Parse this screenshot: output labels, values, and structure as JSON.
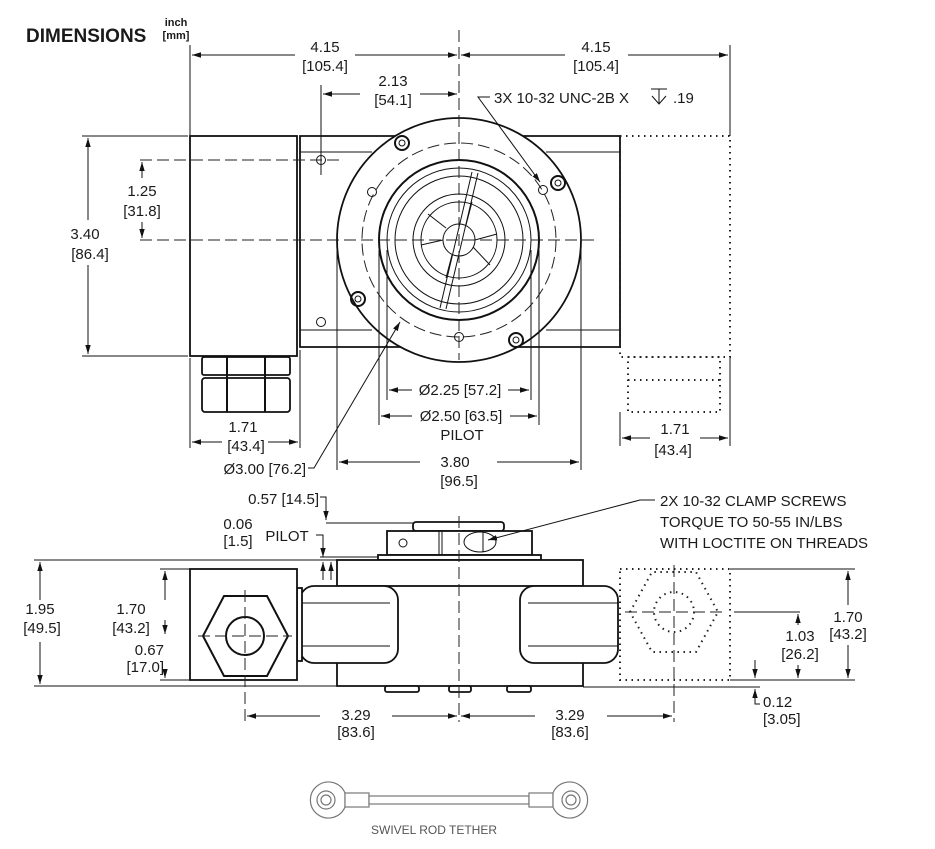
{
  "title": {
    "main": "DIMENSIONS",
    "unit_top": "inch",
    "unit_bottom": "[mm]"
  },
  "top_view": {
    "width_left": {
      "in": "4.15",
      "mm": "[105.4]"
    },
    "width_right": {
      "in": "4.15",
      "mm": "[105.4]"
    },
    "hole_offset": {
      "in": "2.13",
      "mm": "[54.1]"
    },
    "tap_note": {
      "prefix": "3X 10-32 UNC-2B X",
      "depth": ".19",
      "depth_symbol": "depth-arrow-icon"
    },
    "hole_vertical": {
      "in": "1.25",
      "mm": "[31.8]"
    },
    "height": {
      "in": "3.40",
      "mm": "[86.4]"
    },
    "box_width_left": {
      "in": "1.71",
      "mm": "[43.4]"
    },
    "box_width_right": {
      "in": "1.71",
      "mm": "[43.4]"
    },
    "bore": "Ø2.25 [57.2]",
    "pilot_dia": "Ø2.50 [63.5]",
    "pilot_label": "PILOT",
    "bolt_circle": "Ø3.00 [76.2]",
    "flange_dia": {
      "in": "3.80",
      "mm": "[96.5]"
    }
  },
  "side_view": {
    "cap_height": "0.57 [14.5]",
    "pilot_height": {
      "in": "0.06",
      "mm": "[1.5]",
      "label": "PILOT"
    },
    "clamp_note": [
      "2X 10-32 CLAMP SCREWS",
      "TORQUE TO 50-55 IN/LBS",
      "WITH LOCTITE ON THREADS"
    ],
    "overall_height": {
      "in": "1.95",
      "mm": "[49.5]"
    },
    "box_height_left": {
      "in": "1.70",
      "mm": "[43.2]"
    },
    "center_height_left": {
      "in": "0.67",
      "mm": "[17.0]"
    },
    "center_left": {
      "in": "3.29",
      "mm": "[83.6]"
    },
    "center_right": {
      "in": "3.29",
      "mm": "[83.6]"
    },
    "box_height_right": {
      "in": "1.70",
      "mm": "[43.2]"
    },
    "center_height_right": {
      "in": "1.03",
      "mm": "[26.2]"
    },
    "offset": {
      "in": "0.12",
      "mm": "[3.05]"
    }
  },
  "tether": {
    "caption": "SWIVEL ROD TETHER"
  }
}
